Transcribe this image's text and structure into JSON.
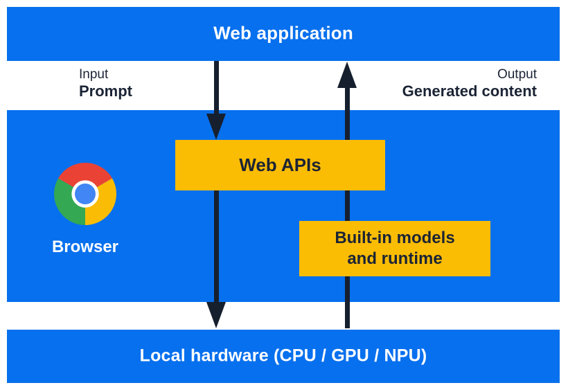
{
  "colors": {
    "band_blue": "#0770EE",
    "box_yellow": "#FBBC04",
    "arrow_ink": "#161F2E",
    "label_white": "#FFFFFF",
    "chrome_red": "#EA4335",
    "chrome_green": "#34A853",
    "chrome_yellow": "#FBBC05",
    "chrome_blue": "#4285F4"
  },
  "top_band": {
    "label": "Web application"
  },
  "annotations": {
    "input": {
      "title": "Input",
      "subtitle": "Prompt"
    },
    "output": {
      "title": "Output",
      "subtitle": "Generated content"
    }
  },
  "browser_band": {
    "label": "Browser",
    "chrome_icon": "chrome-logo",
    "web_apis_box": {
      "label": "Web APIs"
    },
    "builtin_box": {
      "line1": "Built-in models",
      "line2": "and runtime"
    }
  },
  "bottom_band": {
    "label": "Local hardware (CPU / GPU / NPU)"
  },
  "arrows": {
    "down": "web-application-to-local-hardware-via-web-apis",
    "up": "local-hardware-to-web-application-via-builtin-models"
  }
}
